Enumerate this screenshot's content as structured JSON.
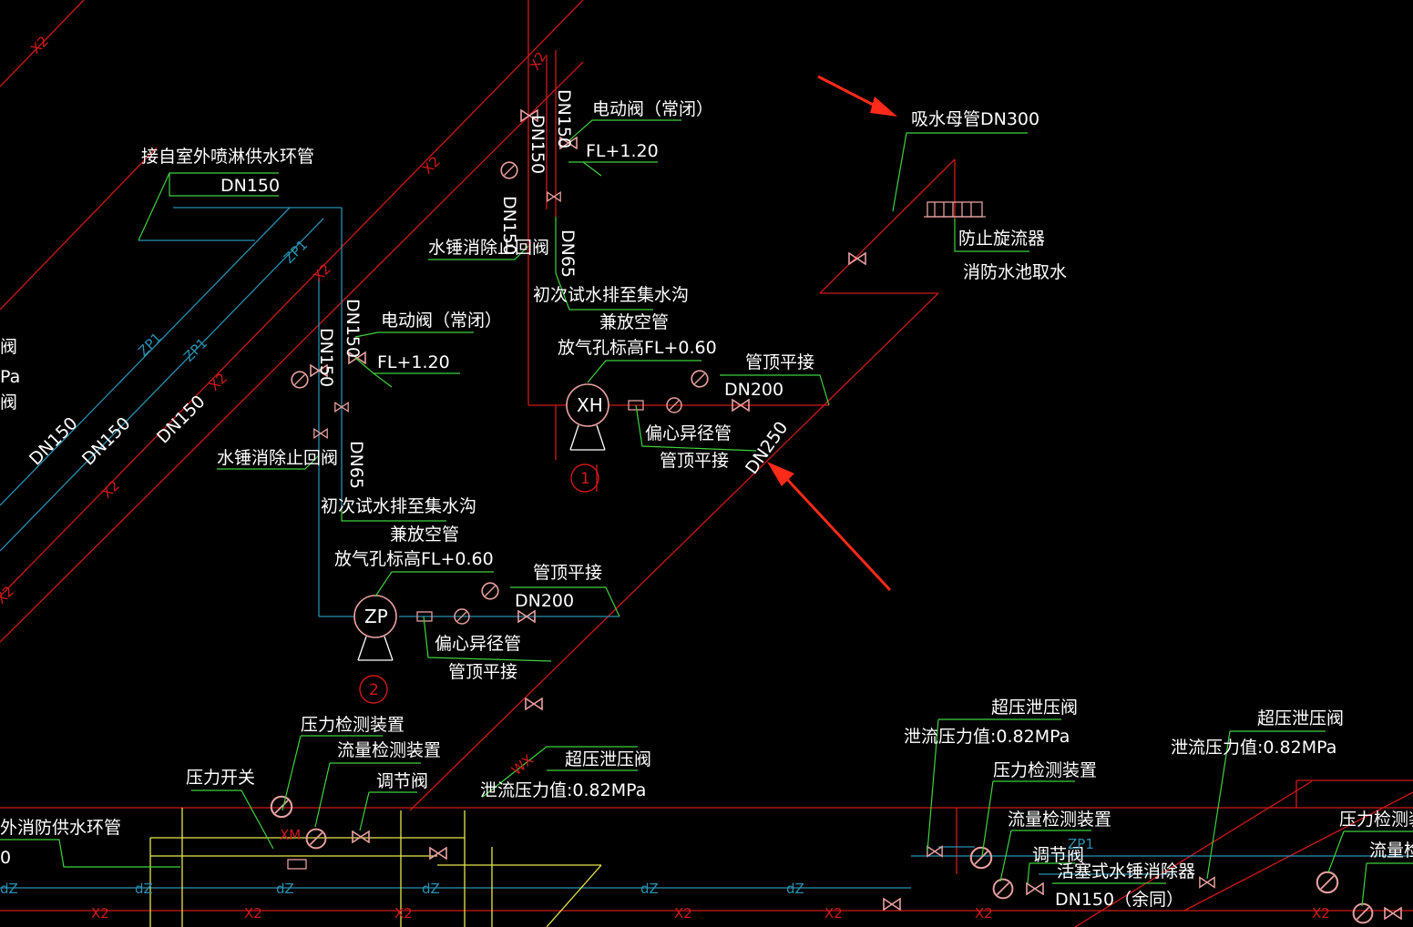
{
  "labels": {
    "inlet_from_sprinkler": "接自室外喷淋供水环管",
    "dn150_a": "DN150",
    "suction_main": "吸水母管DN300",
    "anti_vortex": "防止旋流器",
    "pool_intake": "消防水池取水",
    "dn250": "DN250",
    "xh_electric_valve": "电动阀（常闭）",
    "xh_fl120": "FL+1.20",
    "xh_check_valve": "水锤消除止回阀",
    "xh_drain": "初次试水排至集水沟",
    "xh_vent": "兼放空管",
    "xh_vent_elev": "放气孔标高FL+0.60",
    "xh_top_flush": "管顶平接",
    "xh_dn200": "DN200",
    "xh_reducer": "偏心异径管",
    "xh_top_flush_2": "管顶平接",
    "xh_dn65": "DN65",
    "xh_dn150_1": "DN150",
    "xh_dn150_2": "DN150",
    "xh_dn150_3": "DN150",
    "zp_electric_valve": "电动阀（常闭）",
    "zp_fl120": "FL+1.20",
    "zp_check_valve": "水锤消除止回阀",
    "zp_drain": "初次试水排至集水沟",
    "zp_vent": "兼放空管",
    "zp_vent_elev": "放气孔标高FL+0.60",
    "zp_top_flush": "管顶平接",
    "zp_dn200": "DN200",
    "zp_reducer": "偏心异径管",
    "zp_top_flush_2": "管顶平接",
    "zp_dn65": "DN65",
    "zp_dn150_1": "DN150",
    "zp_dn150_2": "DN150",
    "pump_xh": "XH",
    "pump_zp": "ZP",
    "pump_no_1": "1",
    "pump_no_2": "2",
    "left_dn150_1": "DN150",
    "left_dn150_2": "DN150",
    "left_dn150_3": "DN150",
    "left_cut_1": "阀",
    "left_cut_2": "Pa",
    "left_cut_3": "阀",
    "pressure_detect_1": "压力检测装置",
    "flow_detect_1": "流量检测装置",
    "pressure_switch": "压力开关",
    "regulating_valve_1": "调节阀",
    "outdoor_fire_loop": "外消防供水环管",
    "cut_zero": "0",
    "relief_valve_1": "超压泄压阀",
    "relief_pressure_1": "泄流压力值:0.82MPa",
    "relief_valve_2": "超压泄压阀",
    "relief_pressure_2": "泄流压力值:0.82MPa",
    "pressure_detect_2": "压力检测装置",
    "flow_detect_2": "流量检测装置",
    "regulating_valve_2": "调节阀",
    "piston_arrestor": "活塞式水锤消除器",
    "dn150_same": "DN150（余同）",
    "relief_valve_3": "超压泄压阀",
    "relief_pressure_3": "泄流压力值:0.82MPa",
    "pressure_detect_3": "压力检测装置",
    "flow_detect_3": "流量检测装置",
    "tag_x2": "X2",
    "tag_zp1": "ZP1",
    "tag_dz": "dZ",
    "tag_wx": "WX",
    "tag_xm": "XM"
  },
  "colors": {
    "background": "#000000",
    "red_pipe": "#d01818",
    "cyan_pipe": "#2a8fb0",
    "leader_green": "#3fd13f",
    "yellow": "#e6e64c",
    "text_white": "#ffffff",
    "arrow_red": "#ff2a1a",
    "symbol_pink": "#e8a0a0"
  }
}
